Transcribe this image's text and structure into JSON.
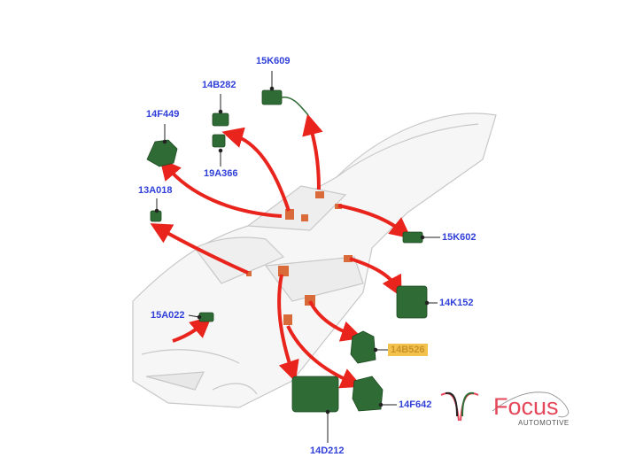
{
  "labels": {
    "p15K609": "15K609",
    "p14B282": "14B282",
    "p14F449": "14F449",
    "p19A366": "19A366",
    "p13A018": "13A018",
    "p15K602": "15K602",
    "p14K152": "14K152",
    "p15A022": "15A022",
    "p14B526": "14B526",
    "p14F642": "14F642",
    "p14D212": "14D212"
  },
  "highlighted_label": "14B526",
  "logo": {
    "brand": "Focus",
    "subtitle": "AUTOMOTIVE"
  },
  "colors": {
    "label": "#2f3fd8",
    "arrow": "#e8241c",
    "module": "#2f6b34",
    "highlight": "#f3c24c",
    "brand": "#e5475a"
  }
}
